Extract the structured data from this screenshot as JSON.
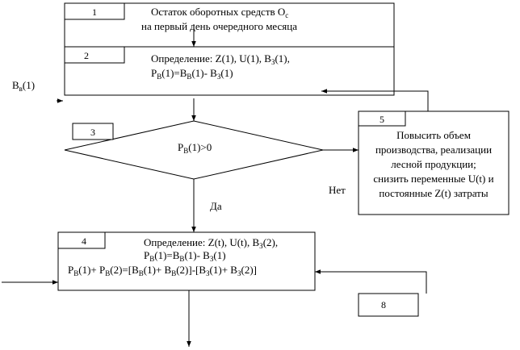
{
  "blocks": {
    "b1": {
      "num": "1",
      "line1": "Остаток оборотных средств О",
      "line1_sub": "c",
      "line2": "на первый день очередного месяца"
    },
    "b2": {
      "num": "2",
      "line1": "Определение: Z(1), U(1), В",
      "line1_sub": "З",
      "line1_tail": "(1),",
      "line2": "Р",
      "line2_sub1": "В",
      "line2_mid": "(1)=В",
      "line2_sub2": "В",
      "line2_mid2": "(1)- В",
      "line2_sub3": "З",
      "line2_tail": "(1)"
    },
    "b3": {
      "num": "3",
      "cond": "Р",
      "cond_sub": "В",
      "cond_tail": "(1)>0"
    },
    "b4": {
      "num": "4",
      "line1": "Определение: Z(t), U(t), В",
      "line1_sub": "З",
      "line1_tail": "(2),",
      "line2": "Р",
      "line2_sub1": "В",
      "line2_mid": "(1)=В",
      "line2_sub2": "В",
      "line2_mid2": "(1)- В",
      "line2_sub3": "З",
      "line2_tail": "(1)",
      "line3": "Р",
      "line3_s1": "В",
      "line3_a": "(1)+ Р",
      "line3_s2": "В",
      "line3_b": "(2)=[В",
      "line3_s3": "В",
      "line3_c": "(1)+ В",
      "line3_s4": "В",
      "line3_d": "(2)]-[В",
      "line3_s5": "З",
      "line3_e": "(1)+ В",
      "line3_s6": "З",
      "line3_f": "(2)]"
    },
    "b5": {
      "num": "5",
      "lines": [
        "Повысить объем",
        "производства, реализации",
        "лесной продукции;",
        "снизить переменные U(t) и",
        "постоянные Z(t) затраты"
      ]
    },
    "b8": {
      "num": "8"
    }
  },
  "labels": {
    "bv": "В",
    "bv_sub": "в",
    "bv_tail": "(1)",
    "yes": "Да",
    "no": "Нет"
  }
}
